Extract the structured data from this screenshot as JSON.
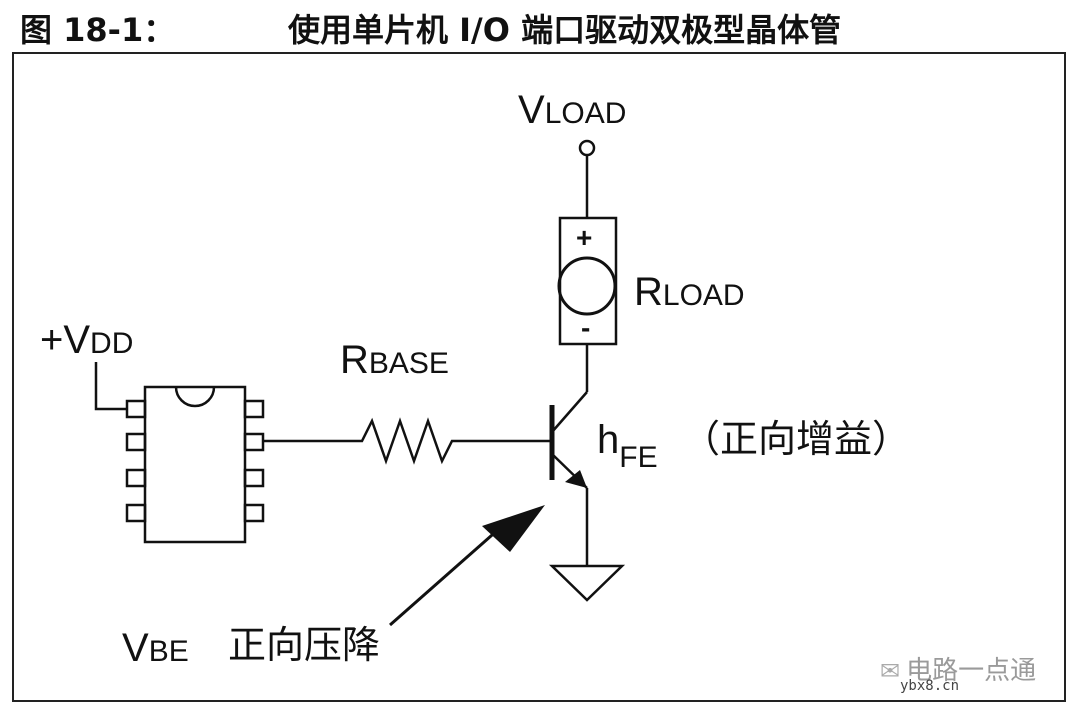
{
  "figure": {
    "number": "图 18-1：",
    "caption": "使用单片机 I/O 端口驱动双极型晶体管"
  },
  "labels": {
    "vload_main": "V",
    "vload_sub": "LOAD",
    "rload_main": "R",
    "rload_sub": "LOAD",
    "vdd_main": "+V",
    "vdd_sub": "DD",
    "rbase_main": "R",
    "rbase_sub": "BASE",
    "hfe_main": "h",
    "hfe_sub": "FE",
    "hfe_desc": "（正向增益）",
    "vbe_main": "V",
    "vbe_sub": "BE",
    "vbe_desc": "正向压降",
    "plus_sign": "+",
    "minus_sign": "-"
  },
  "watermark": {
    "icon": "wechat-icon",
    "text": "电路一点通",
    "site": "ybx8.cn"
  }
}
